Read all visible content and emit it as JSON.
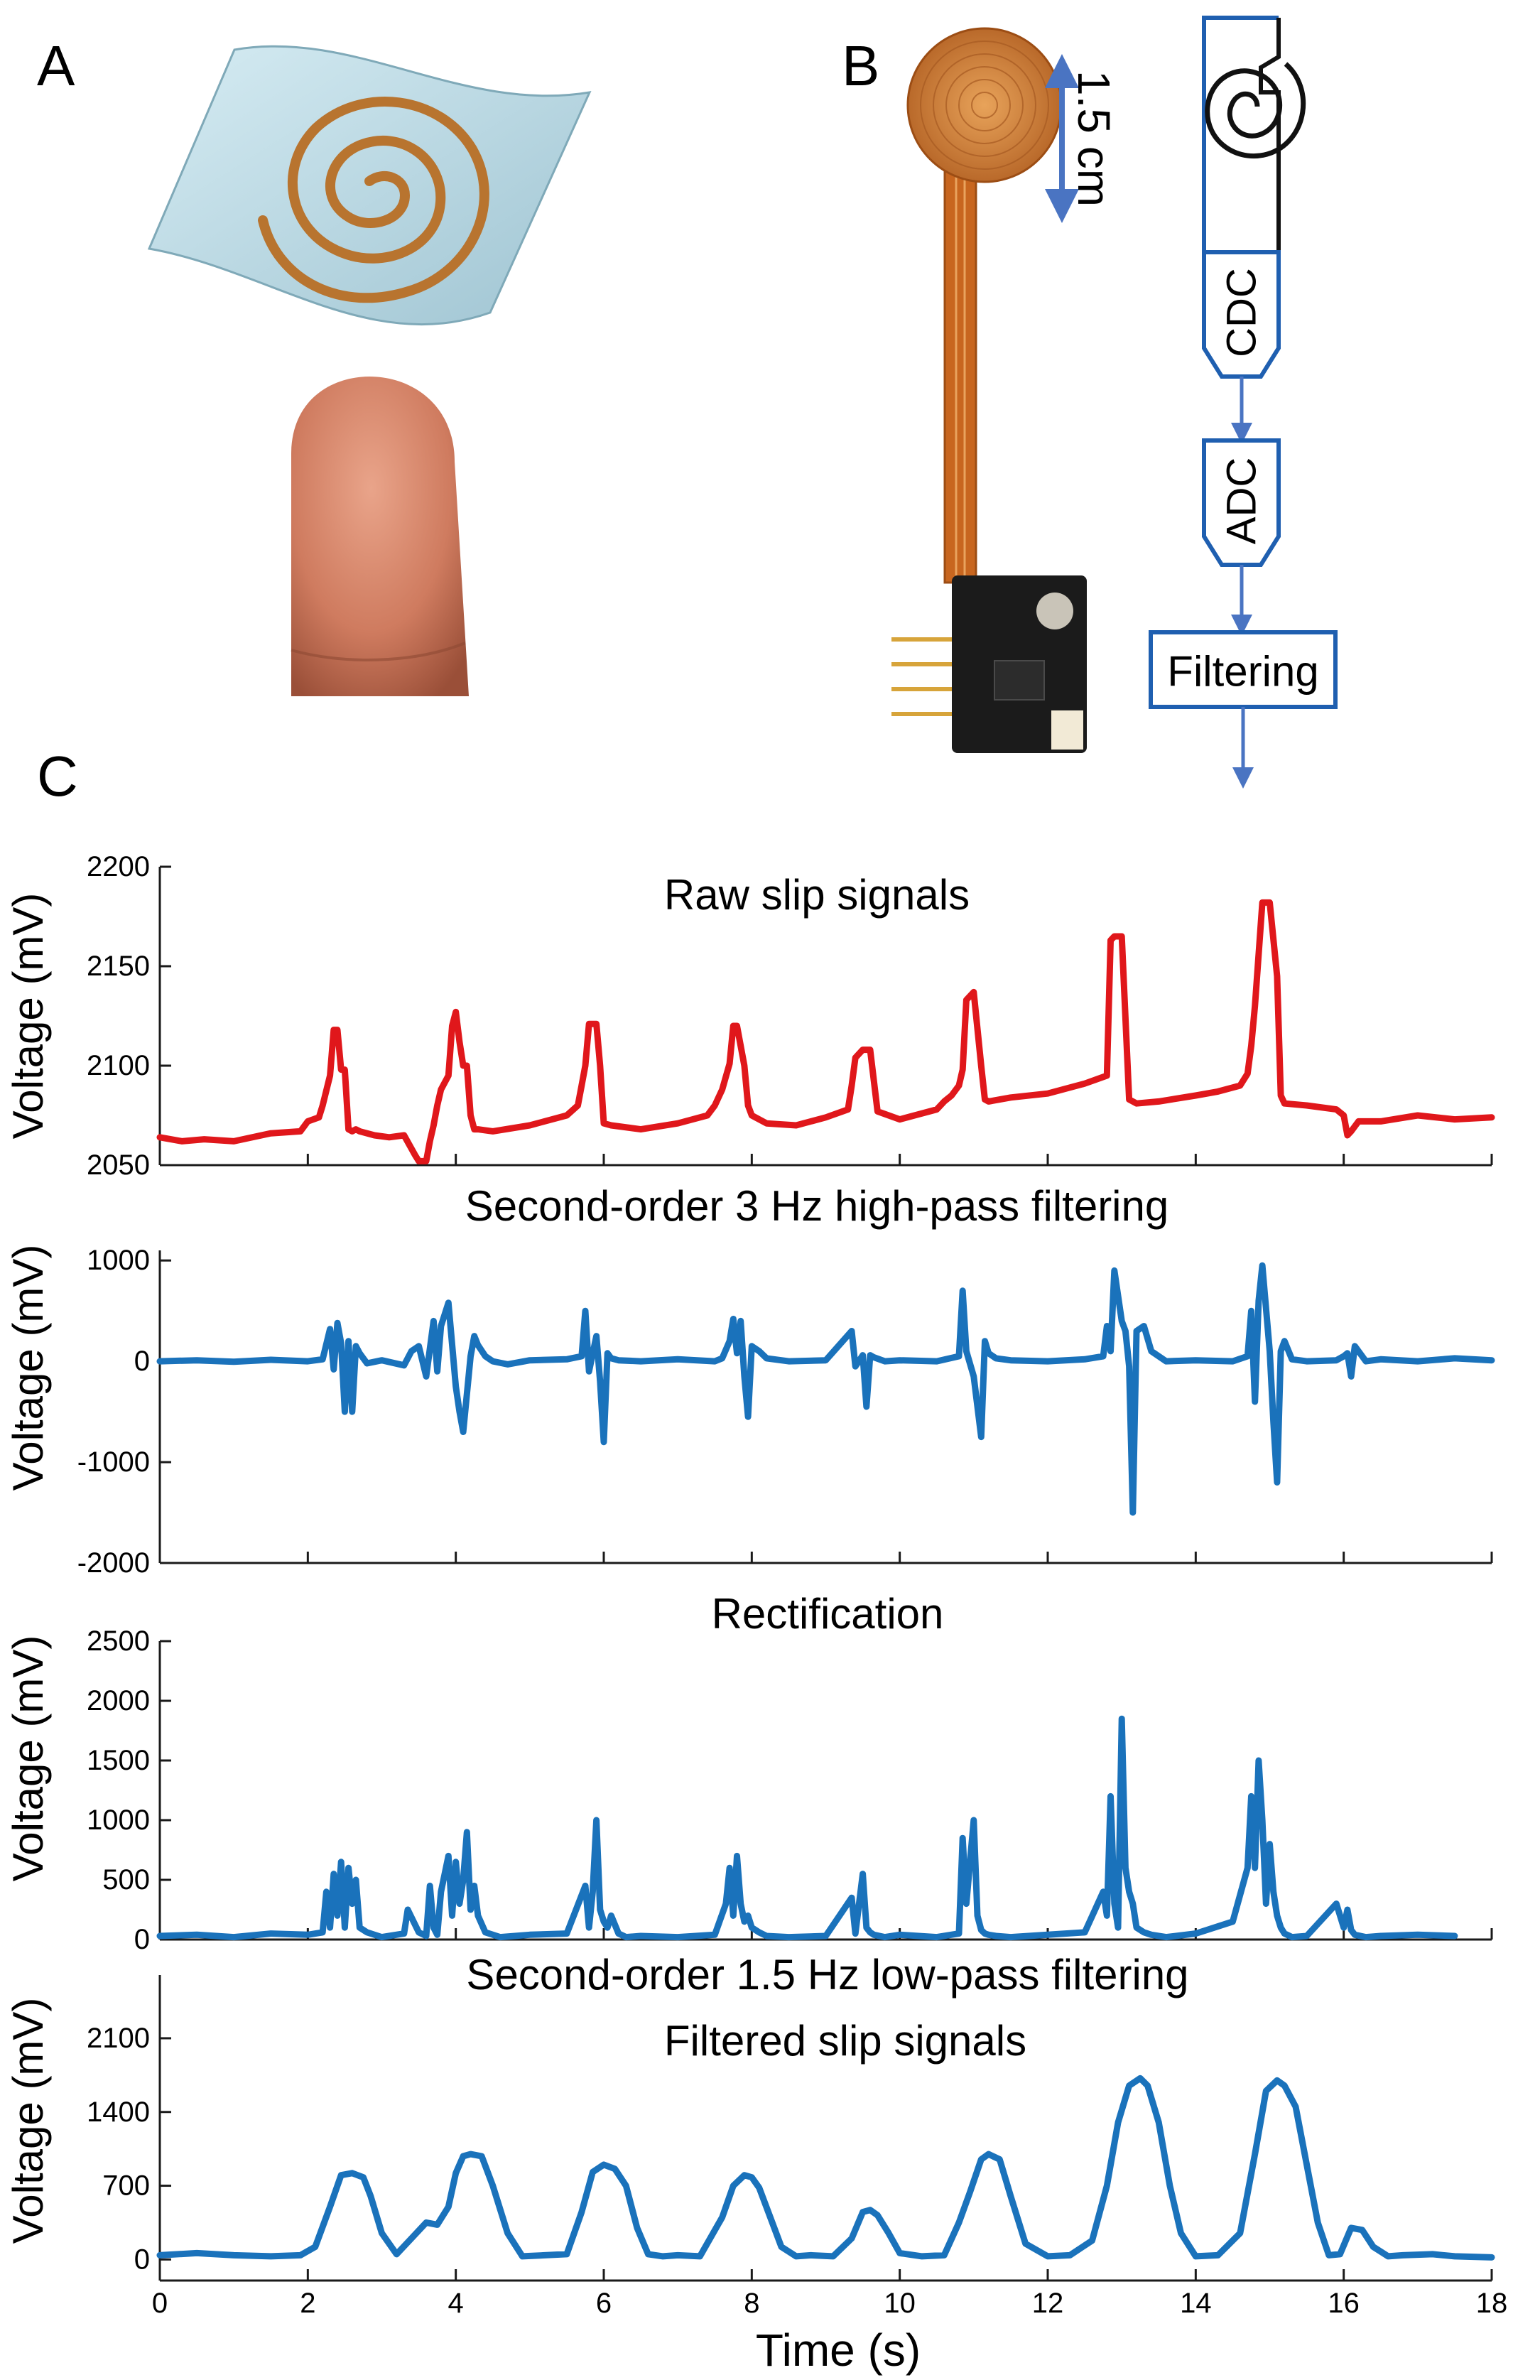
{
  "panels": {
    "a": "A",
    "b": "B",
    "c": "C"
  },
  "panel_b": {
    "scale_label": "1.5 cm",
    "flow_steps": [
      "CDC",
      "ADC",
      "Filtering"
    ]
  },
  "colors": {
    "raw": "#e0171b",
    "processed": "#1a72bb",
    "flow": "#1f5fb0",
    "arrow": "#4a74c2",
    "axis": "#1a1a1a"
  },
  "x_axis": {
    "label": "Time (s)",
    "ticks": [
      0,
      2,
      4,
      6,
      8,
      10,
      12,
      14,
      16,
      18
    ],
    "range": [
      0,
      18
    ]
  },
  "chart_data": [
    {
      "type": "line",
      "title": "Raw slip signals",
      "ylabel": "Voltage (mV)",
      "ylim": [
        2050,
        2200
      ],
      "yticks": [
        2050,
        2100,
        2150,
        2200
      ],
      "color": "#e0171b",
      "x": [
        0,
        0.3,
        0.6,
        1.0,
        1.5,
        1.9,
        2.0,
        2.15,
        2.2,
        2.3,
        2.35,
        2.4,
        2.45,
        2.5,
        2.55,
        2.6,
        2.65,
        2.7,
        2.9,
        3.1,
        3.3,
        3.45,
        3.5,
        3.6,
        3.65,
        3.7,
        3.75,
        3.8,
        3.9,
        3.95,
        4.0,
        4.05,
        4.1,
        4.15,
        4.2,
        4.25,
        4.3,
        4.5,
        5.0,
        5.5,
        5.65,
        5.7,
        5.75,
        5.8,
        5.9,
        5.95,
        6.0,
        6.1,
        6.5,
        7.0,
        7.4,
        7.5,
        7.6,
        7.7,
        7.75,
        7.8,
        7.9,
        7.95,
        8.0,
        8.2,
        8.6,
        9.0,
        9.3,
        9.35,
        9.4,
        9.5,
        9.6,
        9.7,
        10.0,
        10.5,
        10.6,
        10.7,
        10.8,
        10.85,
        10.9,
        11.0,
        11.1,
        11.15,
        11.2,
        11.5,
        12.0,
        12.5,
        12.8,
        12.85,
        12.9,
        13.0,
        13.1,
        13.2,
        13.5,
        14.0,
        14.3,
        14.6,
        14.7,
        14.75,
        14.8,
        14.9,
        15.0,
        15.1,
        15.15,
        15.2,
        15.5,
        15.9,
        16.0,
        16.05,
        16.1,
        16.2,
        16.5,
        17.0,
        17.5,
        18.0
      ],
      "values": [
        2064,
        2062,
        2063,
        2062,
        2066,
        2067,
        2072,
        2074,
        2080,
        2095,
        2118,
        2118,
        2098,
        2098,
        2068,
        2067,
        2068,
        2067,
        2065,
        2064,
        2065,
        2055,
        2052,
        2052,
        2062,
        2070,
        2080,
        2088,
        2095,
        2120,
        2127,
        2112,
        2100,
        2100,
        2075,
        2068,
        2068,
        2067,
        2070,
        2075,
        2080,
        2090,
        2100,
        2121,
        2121,
        2100,
        2071,
        2070,
        2068,
        2071,
        2075,
        2080,
        2088,
        2101,
        2120,
        2120,
        2100,
        2080,
        2075,
        2071,
        2070,
        2074,
        2078,
        2090,
        2104,
        2108,
        2108,
        2077,
        2073,
        2078,
        2082,
        2085,
        2090,
        2098,
        2133,
        2137,
        2100,
        2083,
        2082,
        2084,
        2086,
        2091,
        2095,
        2163,
        2165,
        2165,
        2083,
        2081,
        2082,
        2085,
        2087,
        2090,
        2096,
        2110,
        2130,
        2182,
        2182,
        2145,
        2085,
        2081,
        2080,
        2078,
        2075,
        2065,
        2067,
        2072,
        2072,
        2075,
        2073,
        2074
      ]
    },
    {
      "type": "line",
      "title": "Second-order 3 Hz high-pass filtering",
      "ylabel": "Voltage (mV)",
      "ylim": [
        -2000,
        1100
      ],
      "yticks": [
        -2000,
        -1000,
        0,
        1000
      ],
      "color": "#1a72bb",
      "x": [
        0,
        0.5,
        1.0,
        1.5,
        2.0,
        2.2,
        2.3,
        2.35,
        2.4,
        2.45,
        2.5,
        2.55,
        2.6,
        2.65,
        2.7,
        2.8,
        3.0,
        3.3,
        3.4,
        3.5,
        3.6,
        3.7,
        3.75,
        3.8,
        3.9,
        4.0,
        4.05,
        4.1,
        4.2,
        4.25,
        4.3,
        4.4,
        4.5,
        4.7,
        5.0,
        5.5,
        5.7,
        5.75,
        5.8,
        5.9,
        5.95,
        6.0,
        6.05,
        6.1,
        6.2,
        6.5,
        7.0,
        7.5,
        7.6,
        7.7,
        7.75,
        7.8,
        7.85,
        7.9,
        7.95,
        8.0,
        8.1,
        8.2,
        8.5,
        9.0,
        9.35,
        9.4,
        9.5,
        9.55,
        9.6,
        9.65,
        9.8,
        10.0,
        10.5,
        10.8,
        10.85,
        10.9,
        11.0,
        11.1,
        11.15,
        11.2,
        11.3,
        11.5,
        12.0,
        12.5,
        12.75,
        12.8,
        12.85,
        12.9,
        13.0,
        13.05,
        13.1,
        13.15,
        13.2,
        13.3,
        13.4,
        13.6,
        14.0,
        14.5,
        14.7,
        14.75,
        14.8,
        14.85,
        14.9,
        15.0,
        15.05,
        15.1,
        15.15,
        15.2,
        15.3,
        15.5,
        15.9,
        16.0,
        16.05,
        16.1,
        16.15,
        16.3,
        16.5,
        17.0,
        17.5,
        18.0
      ],
      "values": [
        0,
        10,
        -5,
        15,
        0,
        20,
        320,
        -80,
        380,
        180,
        -500,
        200,
        -500,
        150,
        80,
        -20,
        10,
        -40,
        100,
        150,
        -150,
        400,
        -100,
        350,
        580,
        -250,
        -500,
        -700,
        50,
        250,
        160,
        50,
        0,
        -30,
        10,
        20,
        50,
        500,
        -100,
        250,
        -200,
        -800,
        80,
        30,
        10,
        0,
        20,
        0,
        30,
        200,
        420,
        80,
        400,
        -150,
        -550,
        150,
        100,
        30,
        0,
        10,
        300,
        -50,
        60,
        -450,
        60,
        40,
        0,
        10,
        0,
        50,
        700,
        100,
        -150,
        -750,
        200,
        80,
        30,
        10,
        0,
        20,
        50,
        350,
        100,
        900,
        400,
        300,
        -50,
        -1500,
        300,
        350,
        100,
        0,
        10,
        0,
        50,
        500,
        -400,
        600,
        950,
        100,
        -600,
        -1200,
        100,
        200,
        20,
        0,
        10,
        50,
        80,
        -150,
        150,
        0,
        20,
        0,
        30,
        10
      ]
    },
    {
      "type": "line",
      "title": "Rectification",
      "ylabel": "Voltage (mV)",
      "ylim": [
        0,
        2500
      ],
      "yticks": [
        0,
        500,
        1000,
        1500,
        2000,
        2500
      ],
      "color": "#1a72bb",
      "x": [
        0,
        0.5,
        1.0,
        1.5,
        2.0,
        2.2,
        2.25,
        2.3,
        2.35,
        2.4,
        2.45,
        2.5,
        2.55,
        2.6,
        2.65,
        2.7,
        2.8,
        3.0,
        3.3,
        3.35,
        3.5,
        3.6,
        3.65,
        3.7,
        3.75,
        3.8,
        3.9,
        3.95,
        4.0,
        4.05,
        4.1,
        4.15,
        4.2,
        4.25,
        4.3,
        4.4,
        4.6,
        5.0,
        5.5,
        5.75,
        5.8,
        5.85,
        5.9,
        5.95,
        6.0,
        6.05,
        6.1,
        6.2,
        6.3,
        6.5,
        7.0,
        7.5,
        7.65,
        7.7,
        7.75,
        7.8,
        7.85,
        7.9,
        7.95,
        8.0,
        8.1,
        8.2,
        8.5,
        9.0,
        9.35,
        9.4,
        9.5,
        9.55,
        9.6,
        9.65,
        9.8,
        10.0,
        10.5,
        10.8,
        10.85,
        10.9,
        11.0,
        11.05,
        11.1,
        11.15,
        11.2,
        11.3,
        11.5,
        12.0,
        12.5,
        12.75,
        12.8,
        12.85,
        12.9,
        12.95,
        13.0,
        13.05,
        13.1,
        13.15,
        13.2,
        13.3,
        13.4,
        13.6,
        14.0,
        14.5,
        14.7,
        14.75,
        14.8,
        14.85,
        14.9,
        14.95,
        15.0,
        15.05,
        15.1,
        15.15,
        15.2,
        15.3,
        15.5,
        15.9,
        16.0,
        16.05,
        16.1,
        16.15,
        16.3,
        16.5,
        17.0,
        17.5,
        18.0
      ],
      "values": [
        30,
        40,
        20,
        50,
        40,
        60,
        400,
        100,
        550,
        200,
        650,
        100,
        600,
        300,
        500,
        100,
        60,
        20,
        50,
        250,
        60,
        30,
        450,
        100,
        40,
        400,
        700,
        200,
        650,
        300,
        500,
        900,
        250,
        450,
        200,
        60,
        20,
        40,
        50,
        450,
        100,
        400,
        1000,
        250,
        150,
        100,
        200,
        50,
        20,
        30,
        20,
        40,
        300,
        600,
        200,
        700,
        300,
        150,
        200,
        100,
        60,
        30,
        20,
        30,
        350,
        50,
        550,
        100,
        60,
        40,
        20,
        40,
        20,
        50,
        850,
        300,
        1000,
        200,
        80,
        50,
        40,
        30,
        20,
        40,
        60,
        400,
        200,
        1200,
        300,
        100,
        1850,
        600,
        400,
        300,
        100,
        60,
        40,
        20,
        50,
        150,
        600,
        1200,
        600,
        1500,
        1000,
        300,
        800,
        400,
        200,
        100,
        50,
        20,
        30,
        300,
        100,
        250,
        80,
        40,
        20,
        30,
        40,
        30
      ]
    },
    {
      "type": "line",
      "title": "Second-order 1.5 Hz low-pass filtering",
      "subtitle": "Filtered slip signals",
      "ylabel": "Voltage (mV)",
      "ylim": [
        -200,
        2700
      ],
      "yticks": [
        0,
        700,
        1400,
        2100
      ],
      "color": "#1a72bb",
      "x": [
        0,
        0.5,
        1.0,
        1.5,
        1.9,
        2.1,
        2.3,
        2.45,
        2.6,
        2.75,
        2.85,
        3.0,
        3.2,
        3.4,
        3.6,
        3.75,
        3.9,
        4.0,
        4.1,
        4.2,
        4.35,
        4.5,
        4.7,
        4.9,
        5.2,
        5.5,
        5.7,
        5.85,
        6.0,
        6.15,
        6.3,
        6.45,
        6.6,
        6.8,
        7.0,
        7.3,
        7.6,
        7.75,
        7.9,
        8.0,
        8.1,
        8.25,
        8.4,
        8.6,
        8.8,
        9.1,
        9.35,
        9.5,
        9.6,
        9.7,
        9.85,
        10.0,
        10.3,
        10.6,
        10.8,
        10.95,
        11.1,
        11.2,
        11.35,
        11.5,
        11.7,
        12.0,
        12.3,
        12.6,
        12.8,
        12.95,
        13.1,
        13.25,
        13.35,
        13.5,
        13.65,
        13.8,
        14.0,
        14.3,
        14.6,
        14.8,
        14.95,
        15.1,
        15.2,
        15.35,
        15.5,
        15.65,
        15.8,
        15.95,
        16.1,
        16.25,
        16.4,
        16.6,
        16.8,
        17.2,
        17.5,
        18.0
      ],
      "values": [
        40,
        60,
        40,
        30,
        40,
        120,
        500,
        800,
        820,
        780,
        600,
        250,
        50,
        200,
        350,
        330,
        500,
        820,
        980,
        1000,
        980,
        700,
        250,
        30,
        40,
        50,
        450,
        830,
        900,
        860,
        700,
        300,
        50,
        30,
        40,
        30,
        400,
        700,
        800,
        780,
        680,
        400,
        120,
        30,
        40,
        30,
        200,
        450,
        470,
        420,
        250,
        60,
        30,
        40,
        350,
        640,
        950,
        1000,
        950,
        600,
        150,
        30,
        40,
        180,
        700,
        1300,
        1650,
        1720,
        1650,
        1300,
        700,
        250,
        30,
        40,
        250,
        1000,
        1600,
        1700,
        1650,
        1450,
        900,
        350,
        40,
        50,
        300,
        280,
        120,
        30,
        40,
        50,
        30,
        20
      ]
    }
  ]
}
